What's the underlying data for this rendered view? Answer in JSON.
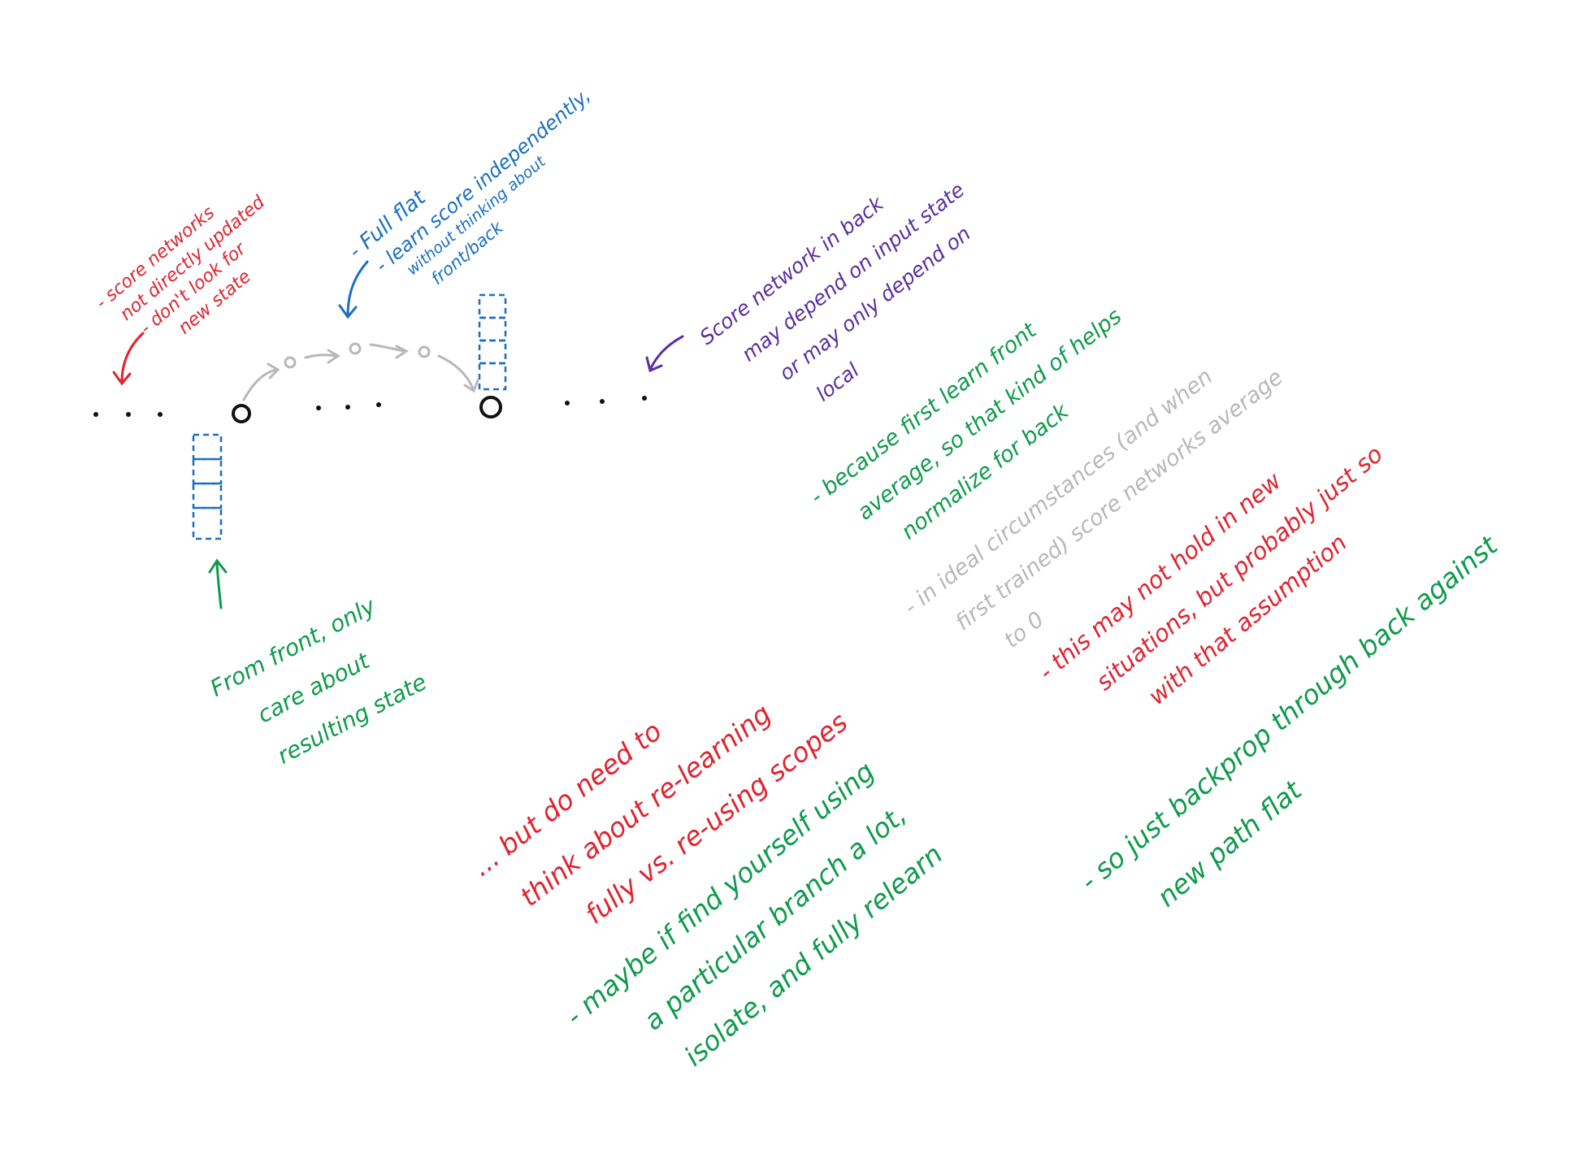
{
  "colors": {
    "red": "#e0232f",
    "blue": "#1b6fc2",
    "purple": "#5a2fa0",
    "green": "#0f9a4c",
    "gray": "#b8b8b8",
    "ink": "#111111"
  },
  "notes": {
    "score_networks": {
      "l1": "- score networks",
      "l2": "not directly updated",
      "l3": "- don't look for",
      "l4": "new state"
    },
    "full_flat": {
      "l1": "- Full flat",
      "l2": "- learn score independently,",
      "l3": "without thinking about",
      "l4": "front/back"
    },
    "score_back": {
      "l1": "Score network in back",
      "l2": "may depend on input state",
      "l3": "or may only depend on",
      "l4": "local"
    },
    "because": {
      "l1": "- because first learn front",
      "l2": "average, so that kind of helps",
      "l3": "normalize for back"
    },
    "ideal": {
      "l1": "- in ideal circumstances (and when",
      "l2": "first trained) score networks average",
      "l3": "to 0"
    },
    "may_not_hold": {
      "l1": "- this may not hold in new",
      "l2": "situations, but probably just so",
      "l3": "with that assumption"
    },
    "from_front": {
      "l1": "From front, only",
      "l2": "care about",
      "l3": "resulting state"
    },
    "do_need": {
      "l1": "... but do need to",
      "l2": "think about re-learning",
      "l3": "fully vs. re-using scopes"
    },
    "maybe": {
      "l1": "- maybe if find yourself using",
      "l2": "a particular branch a lot,",
      "l3": "isolate, and fully relearn"
    },
    "backprop": {
      "l1": "- so just backprop through back against",
      "l2": "new path flat"
    }
  },
  "icons": {
    "timeline": "dotted-timeline",
    "state_node": "open-circle-node",
    "score_stack": "dashed-box-stack",
    "arrow": "hand-drawn-arrow"
  }
}
